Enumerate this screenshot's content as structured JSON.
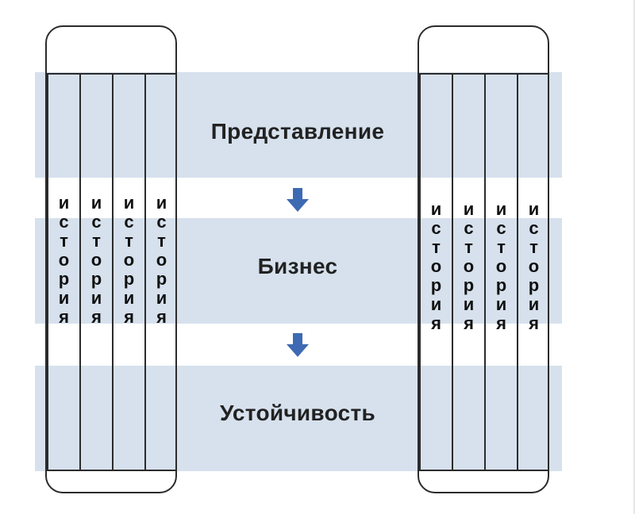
{
  "layers": [
    {
      "label": "Представление"
    },
    {
      "label": "Бизнес"
    },
    {
      "label": "Устойчивость"
    }
  ],
  "stacks": {
    "left": {
      "columns": [
        "история",
        "история",
        "история",
        "история"
      ]
    },
    "right": {
      "columns": [
        "история",
        "история",
        "история",
        "история"
      ]
    }
  },
  "colors": {
    "band": "#d6e1ed",
    "arrow": "#3e6ab3",
    "outline": "#2b2b2b",
    "text": "#222222"
  },
  "icons": {
    "down_arrow": "arrow-down-icon"
  }
}
